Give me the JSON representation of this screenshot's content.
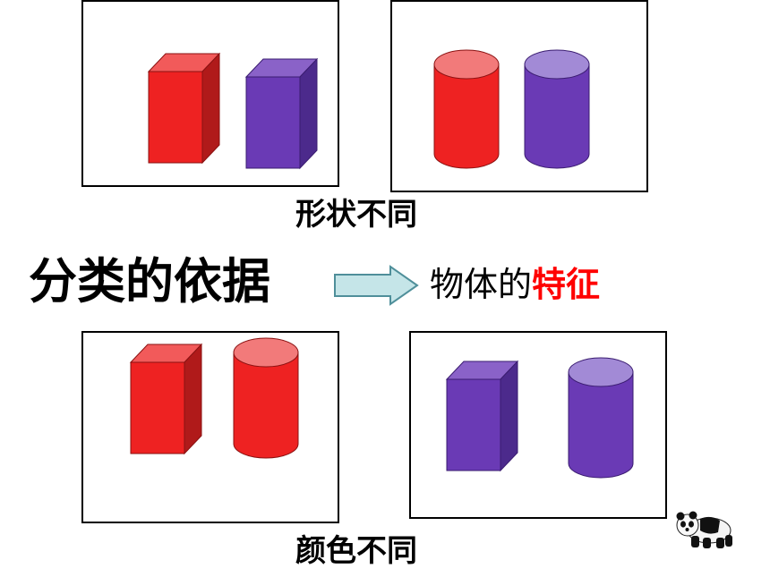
{
  "captions": {
    "shape": "形状不同",
    "color": "颜色不同"
  },
  "heading": {
    "main": "分类的依据",
    "result_prefix": "物体的",
    "result_highlight": "特征"
  },
  "panels": [
    {
      "objects": [
        "red-cuboid",
        "purple-cuboid"
      ]
    },
    {
      "objects": [
        "red-cylinder",
        "purple-cylinder"
      ]
    },
    {
      "objects": [
        "red-cuboid",
        "red-cylinder"
      ]
    },
    {
      "objects": [
        "purple-cuboid",
        "purple-cylinder"
      ]
    }
  ],
  "icons": {
    "arrow": "right-arrow-icon",
    "mascot": "panda-icon"
  },
  "colors": {
    "red": "#ee2222",
    "purple": "#6a3ab5",
    "highlight": "#ff0000",
    "arrow_fill": "#c5e5e8"
  }
}
